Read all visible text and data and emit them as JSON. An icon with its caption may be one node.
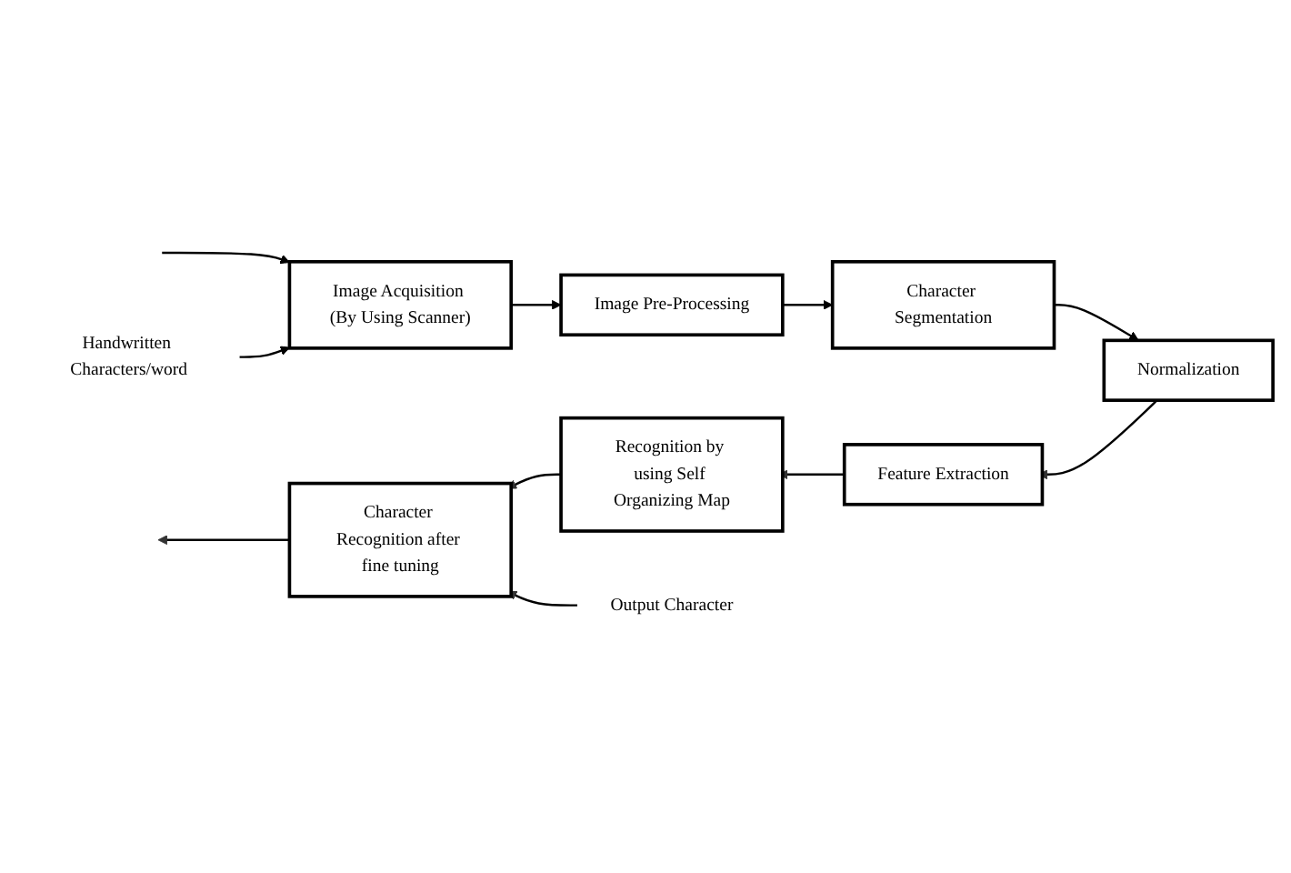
{
  "diagram": {
    "nodes": [
      {
        "text": [
          "Image Acquisition (By Using Scanner)"
        ]
      },
      {
        "text": [
          "Image Pre-Processing"
        ]
      },
      {
        "text": [
          "Character Segmentation"
        ]
      },
      {
        "text": [
          "Normalization"
        ]
      },
      {
        "text": [
          "Feature Extraction"
        ]
      },
      {
        "text": [
          "Recognition by using Self Organizing Map"
        ]
      },
      {
        "text": [
          "Character Recognition after fine tuning"
        ]
      },
      {
        "text": [
          "Handwritten Characters/word"
        ]
      },
      {
        "text": [
          "Output Character"
        ]
      }
    ],
    "edges": [
      {
        "from": null,
        "to": 0,
        "arrow": "to"
      },
      {
        "from": 7,
        "to": 0,
        "arrow": "to"
      },
      {
        "from": 0,
        "to": 1,
        "arrow": "to"
      },
      {
        "from": 1,
        "to": 2,
        "arrow": "to"
      },
      {
        "from": 2,
        "to": 3,
        "arrow": "to"
      },
      {
        "from": 3,
        "to": 4,
        "arrow": "to"
      },
      {
        "from": 4,
        "to": 5,
        "arrow": "to"
      },
      {
        "from": 5,
        "to": 6,
        "arrow": "to"
      },
      {
        "from": 6,
        "to": null,
        "arrow": "to"
      },
      {
        "from": 8,
        "to": 6,
        "arrow": "to"
      }
    ]
  }
}
